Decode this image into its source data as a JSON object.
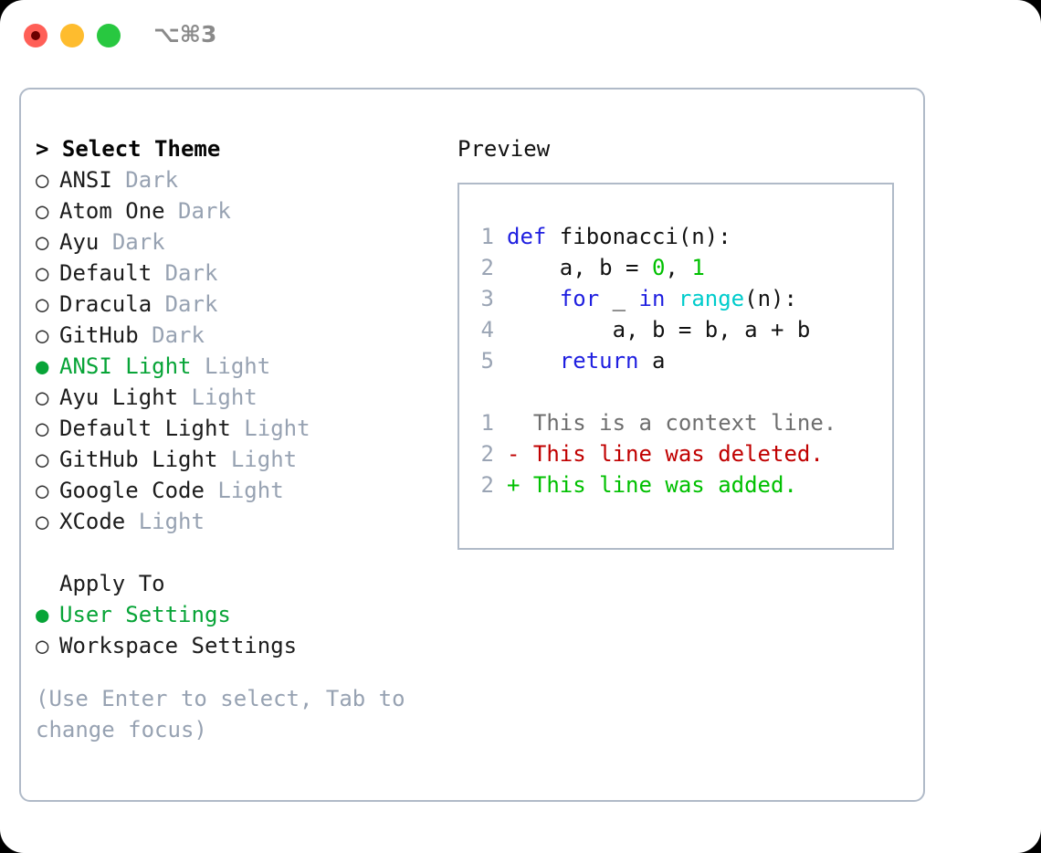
{
  "titlebar": {
    "traffic_lights": [
      {
        "name": "close",
        "color": "#ff5f57"
      },
      {
        "name": "minimize",
        "color": "#febc2e"
      },
      {
        "name": "maximize",
        "color": "#28c840"
      }
    ],
    "shortcut": "⌥⌘3"
  },
  "colors": {
    "accent_green": "#07a437",
    "muted_gray": "#97a2b2",
    "border": "#b0bac8",
    "keyword_blue": "#1f1fe0",
    "function_cyan": "#00cccc",
    "number_green": "#00c000",
    "diff_delete_red": "#c00000",
    "diff_add_green": "#00c000",
    "text": "#1c1c1c"
  },
  "left": {
    "heading": "> Select Theme",
    "marker_selected": "●",
    "marker_unselected": "○",
    "themes": [
      {
        "name": "ANSI",
        "kind": "Dark",
        "selected": false
      },
      {
        "name": "Atom One",
        "kind": "Dark",
        "selected": false
      },
      {
        "name": "Ayu",
        "kind": "Dark",
        "selected": false
      },
      {
        "name": "Default",
        "kind": "Dark",
        "selected": false
      },
      {
        "name": "Dracula",
        "kind": "Dark",
        "selected": false
      },
      {
        "name": "GitHub",
        "kind": "Dark",
        "selected": false
      },
      {
        "name": "ANSI Light",
        "kind": "Light",
        "selected": true
      },
      {
        "name": "Ayu Light",
        "kind": "Light",
        "selected": false
      },
      {
        "name": "Default Light",
        "kind": "Light",
        "selected": false
      },
      {
        "name": "GitHub Light",
        "kind": "Light",
        "selected": false
      },
      {
        "name": "Google Code",
        "kind": "Light",
        "selected": false
      },
      {
        "name": "XCode",
        "kind": "Light",
        "selected": false
      }
    ],
    "apply_to": {
      "heading": "Apply To",
      "options": [
        {
          "label": "User Settings",
          "selected": true
        },
        {
          "label": "Workspace Settings",
          "selected": false
        }
      ]
    },
    "hint": "(Use Enter to select, Tab to change focus)"
  },
  "right": {
    "title": "Preview",
    "code_lines": [
      {
        "no": "1",
        "tokens": [
          {
            "t": "def ",
            "c": "kw"
          },
          {
            "t": "fibonacci(n):",
            "c": "plain"
          }
        ]
      },
      {
        "no": "2",
        "tokens": [
          {
            "t": "    a, b = ",
            "c": "plain"
          },
          {
            "t": "0",
            "c": "num"
          },
          {
            "t": ", ",
            "c": "plain"
          },
          {
            "t": "1",
            "c": "num"
          }
        ]
      },
      {
        "no": "3",
        "tokens": [
          {
            "t": "    ",
            "c": "plain"
          },
          {
            "t": "for",
            "c": "kw"
          },
          {
            "t": " _ ",
            "c": "plain"
          },
          {
            "t": "in",
            "c": "kw"
          },
          {
            "t": " ",
            "c": "plain"
          },
          {
            "t": "range",
            "c": "fn"
          },
          {
            "t": "(n):",
            "c": "plain"
          }
        ]
      },
      {
        "no": "4",
        "tokens": [
          {
            "t": "        a, b = b, a + b",
            "c": "plain"
          }
        ]
      },
      {
        "no": "5",
        "tokens": [
          {
            "t": "    ",
            "c": "plain"
          },
          {
            "t": "return",
            "c": "kw"
          },
          {
            "t": " a",
            "c": "plain"
          }
        ]
      }
    ],
    "diff_lines": [
      {
        "no": "1",
        "prefix": "  ",
        "text": "This is a context line.",
        "kind": "ctx"
      },
      {
        "no": "2",
        "prefix": "- ",
        "text": "This line was deleted.",
        "kind": "del"
      },
      {
        "no": "2",
        "prefix": "+ ",
        "text": "This line was added.",
        "kind": "add"
      }
    ]
  }
}
